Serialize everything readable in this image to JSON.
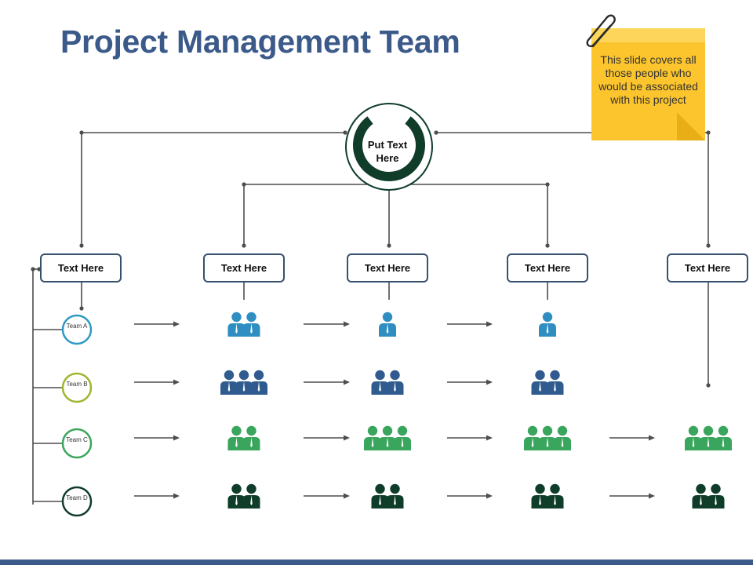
{
  "title": "Project Management Team",
  "note": {
    "text": "This slide covers all those people who would be associated with this project"
  },
  "center": {
    "label": "Put Text Here"
  },
  "boxes": [
    "Text Here",
    "Text Here",
    "Text Here",
    "Text Here",
    "Text Here"
  ],
  "teams": [
    {
      "label": "Team A",
      "color": "#2e9ac4",
      "groups": [
        2,
        1,
        1,
        0
      ]
    },
    {
      "label": "Team B",
      "color": "#9fb52e",
      "groups": [
        3,
        2,
        2,
        0
      ]
    },
    {
      "label": "Team C",
      "color": "#3aa55c",
      "groups": [
        2,
        3,
        3,
        3
      ]
    },
    {
      "label": "Team D",
      "color": "#0f3d2a",
      "groups": [
        2,
        2,
        2,
        2
      ]
    }
  ],
  "icon_colors": [
    "#2e8ec2",
    "#2f5b8e",
    "#3aa55c",
    "#0f3d2a"
  ],
  "colors": {
    "title": "#3b5a8a",
    "connector": "#4d4d4d",
    "box_border": "#37506e",
    "center_ring": "#0f3d2a",
    "note": "#fcc52d",
    "footer": "#3b5a8a"
  }
}
